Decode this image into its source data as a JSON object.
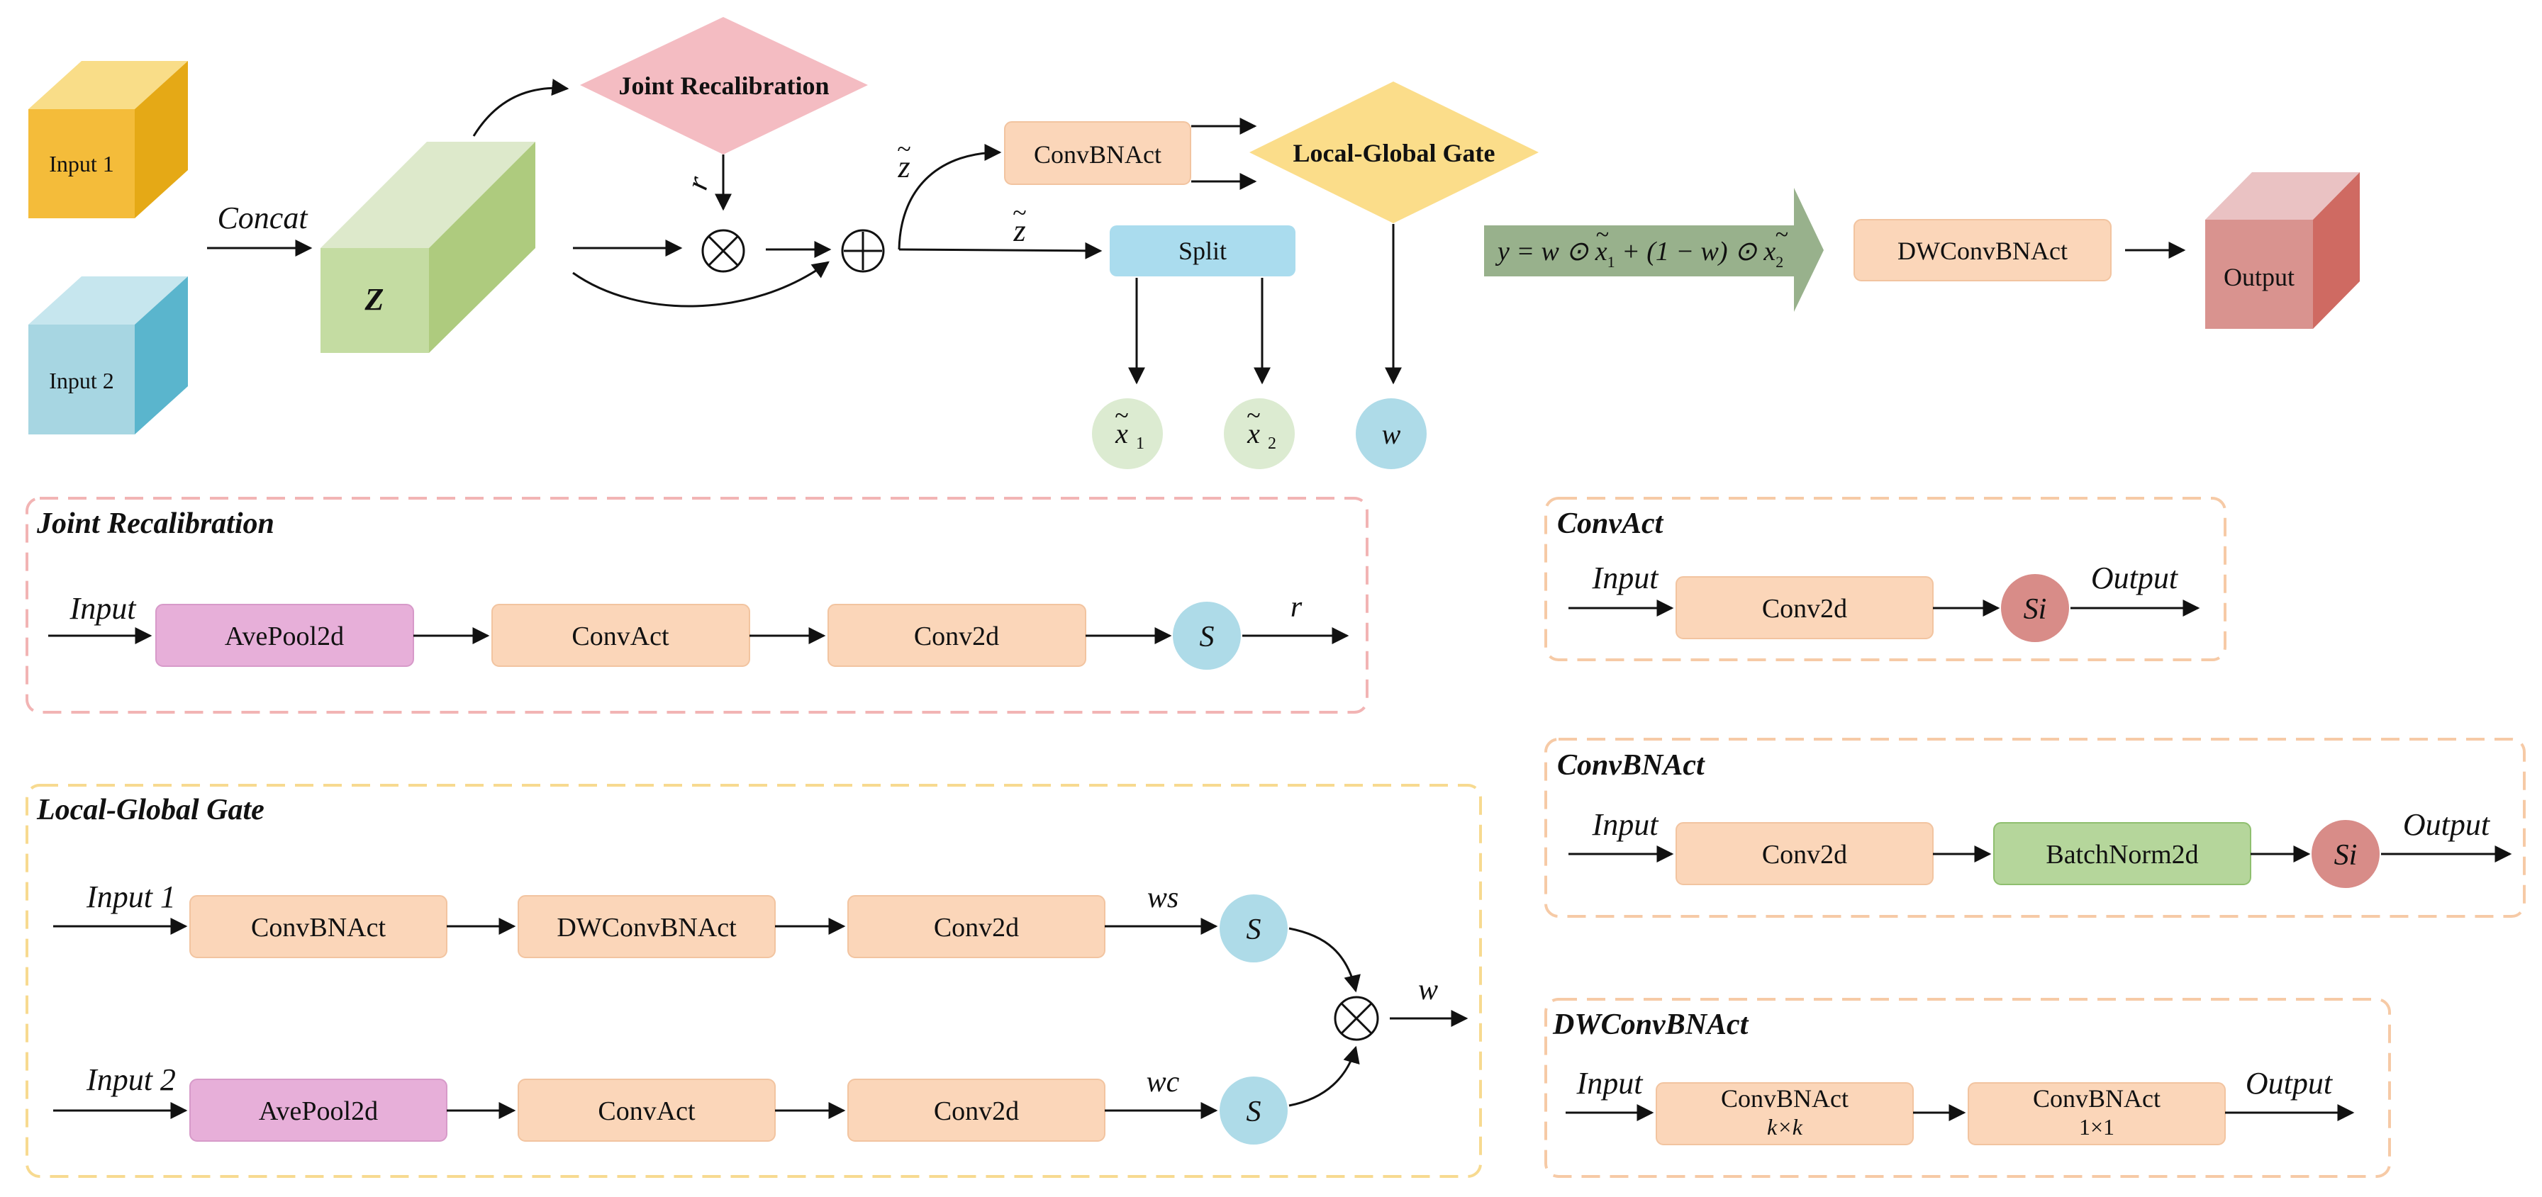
{
  "colors": {
    "peach": "#fbd6b9",
    "peach_stroke": "#f2c4a0",
    "pink_box": "#e7afd9",
    "blue_light": "#a9dbea",
    "split_blue": "#aadcee",
    "green_box": "#b5d69b",
    "green_stroke": "#8fbf6f",
    "green_circle": "#dcebd1",
    "blue_circle": "#aedbe8",
    "si_circle": "#d88c88",
    "diamond_pink": "#f4bcc2",
    "diamond_yellow": "#fbdd8a",
    "arrow_green": "#98b18c",
    "dash_pink": "#f2b4b4",
    "dash_yellow": "#f7da90",
    "dash_orange": "#f6caa6"
  },
  "top": {
    "input1": "Input 1",
    "input2": "Input 2",
    "concat": "Concat",
    "z": "Z",
    "joint_recalibration": "Joint Recalibration",
    "r": "r",
    "otimes": "⊗",
    "oplus": "⊕",
    "z_tilde": "z",
    "tilde": "~",
    "convbnact": "ConvBNAct",
    "split": "Split",
    "local_global_gate": "Local-Global Gate",
    "x": "x",
    "sub1": "1",
    "sub2": "2",
    "w": "w",
    "formula": {
      "y_eq": "y = w ⊙ ",
      "plus": " + (1 − w) ⊙ "
    },
    "dwconvbnact": "DWConvBNAct",
    "output": "Output"
  },
  "joint_panel": {
    "title": "Joint Recalibration",
    "input": "Input",
    "avepool": "AvePool2d",
    "convact": "ConvAct",
    "conv2d": "Conv2d",
    "s": "S",
    "r": "r"
  },
  "lgg_panel": {
    "title": "Local-Global Gate",
    "input1": "Input 1",
    "input2": "Input 2",
    "convbnact": "ConvBNAct",
    "dwconvbnact": "DWConvBNAct",
    "conv2d": "Conv2d",
    "avepool": "AvePool2d",
    "convact": "ConvAct",
    "ws": "ws",
    "wc": "wc",
    "s": "S",
    "otimes": "⊗",
    "w": "w"
  },
  "convact_panel": {
    "title": "ConvAct",
    "input": "Input",
    "conv2d": "Conv2d",
    "si": "Si",
    "output": "Output"
  },
  "convbnact_panel": {
    "title": "ConvBNAct",
    "input": "Input",
    "conv2d": "Conv2d",
    "batchnorm": "BatchNorm2d",
    "si": "Si",
    "output": "Output"
  },
  "dwconv_panel": {
    "title": "DWConvBNAct",
    "input": "Input",
    "convbnact": "ConvBNAct",
    "kxk": "k×k",
    "one": "1×1",
    "output": "Output"
  }
}
